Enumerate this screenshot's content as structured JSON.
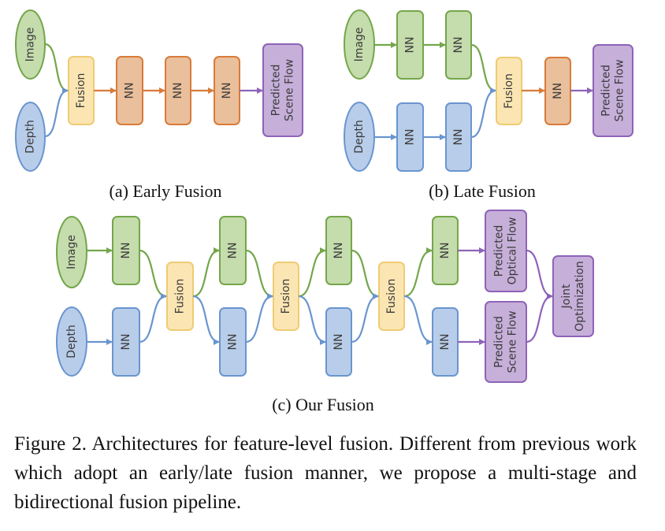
{
  "colors": {
    "green_fill": "#c5dcad",
    "green_stroke": "#74a64a",
    "blue_fill": "#b8cde9",
    "blue_stroke": "#6a95d0",
    "yellow_fill": "#fbe6b3",
    "yellow_stroke": "#efcb73",
    "orange_fill": "#eabf9b",
    "orange_stroke": "#d87b3a",
    "purple_fill": "#c6afd9",
    "purple_stroke": "#8e63b8"
  },
  "labels": {
    "image": "Image",
    "depth": "Depth",
    "fusion": "Fusion",
    "nn": "NN",
    "predicted": "Predicted",
    "scene_flow": "Scene Flow",
    "optical_flow": "Optical Flow",
    "joint": "Joint",
    "optimization": "Optimization"
  },
  "subfigures": {
    "a": "(a) Early Fusion",
    "b": "(b) Late Fusion",
    "c": "(c) Our Fusion"
  },
  "caption": "Figure 2.  Architectures for feature-level fusion.  Different from previous work which adopt an early/late fusion manner, we propose a multi-stage and bidirectional fusion pipeline."
}
